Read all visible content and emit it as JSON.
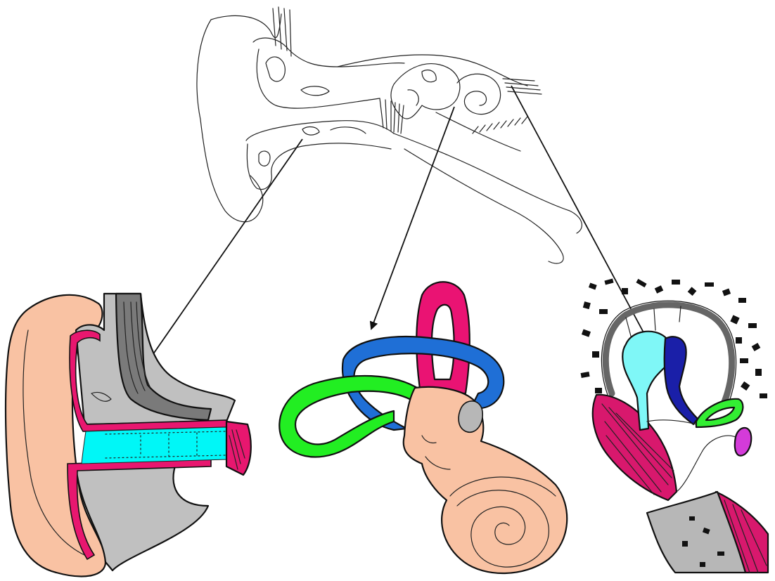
{
  "diagram": {
    "overview_label": "",
    "panels": [
      {
        "id": "outer-ear",
        "pointer": "outer-ear-arrow"
      },
      {
        "id": "inner-ear",
        "pointer": "inner-ear-arrow"
      },
      {
        "id": "middle-ear",
        "pointer": "middle-ear-arrow"
      }
    ]
  },
  "colors": {
    "skin": "#f9c2a3",
    "cartilage": "#c0c0c0",
    "dark_gray": "#777777",
    "canal_lining": "#e8176f",
    "canal_air": "#00f7f7",
    "canal_blue": "#1f6fd6",
    "semicircular_pink": "#ea1373",
    "semicircular_green": "#22ee22",
    "cochlea": "#f9c2a3",
    "window_gray": "#b7b7b7",
    "stapes_cyan": "#7ff7f7",
    "incus_navy": "#1a1fa8",
    "stapes_green": "#33ee33",
    "membrane_magenta": "#d43bd9",
    "muscle_pink": "#d8186d",
    "bone_speckle": "#111111"
  }
}
